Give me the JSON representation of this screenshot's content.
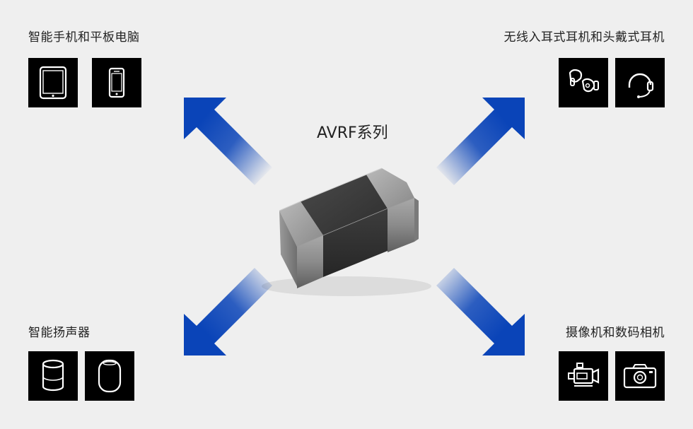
{
  "series_title": "AVRF系列",
  "groups": {
    "top_left": {
      "label": "智能手机和平板电脑",
      "icons": [
        "tablet-icon",
        "smartphone-icon"
      ]
    },
    "top_right": {
      "label": "无线入耳式耳机和头戴式耳机",
      "icons": [
        "earbuds-icon",
        "headset-icon"
      ]
    },
    "bottom_left": {
      "label": "智能扬声器",
      "icons": [
        "cylinder-speaker-icon",
        "round-speaker-icon"
      ]
    },
    "bottom_right": {
      "label": "摄像机和数码相机",
      "icons": [
        "video-camera-icon",
        "camera-icon"
      ]
    }
  },
  "colors": {
    "background": "#efefef",
    "arrow_blue": "#0a44b8",
    "tile": "#000000",
    "icon_stroke": "#ffffff",
    "text": "#222222"
  }
}
